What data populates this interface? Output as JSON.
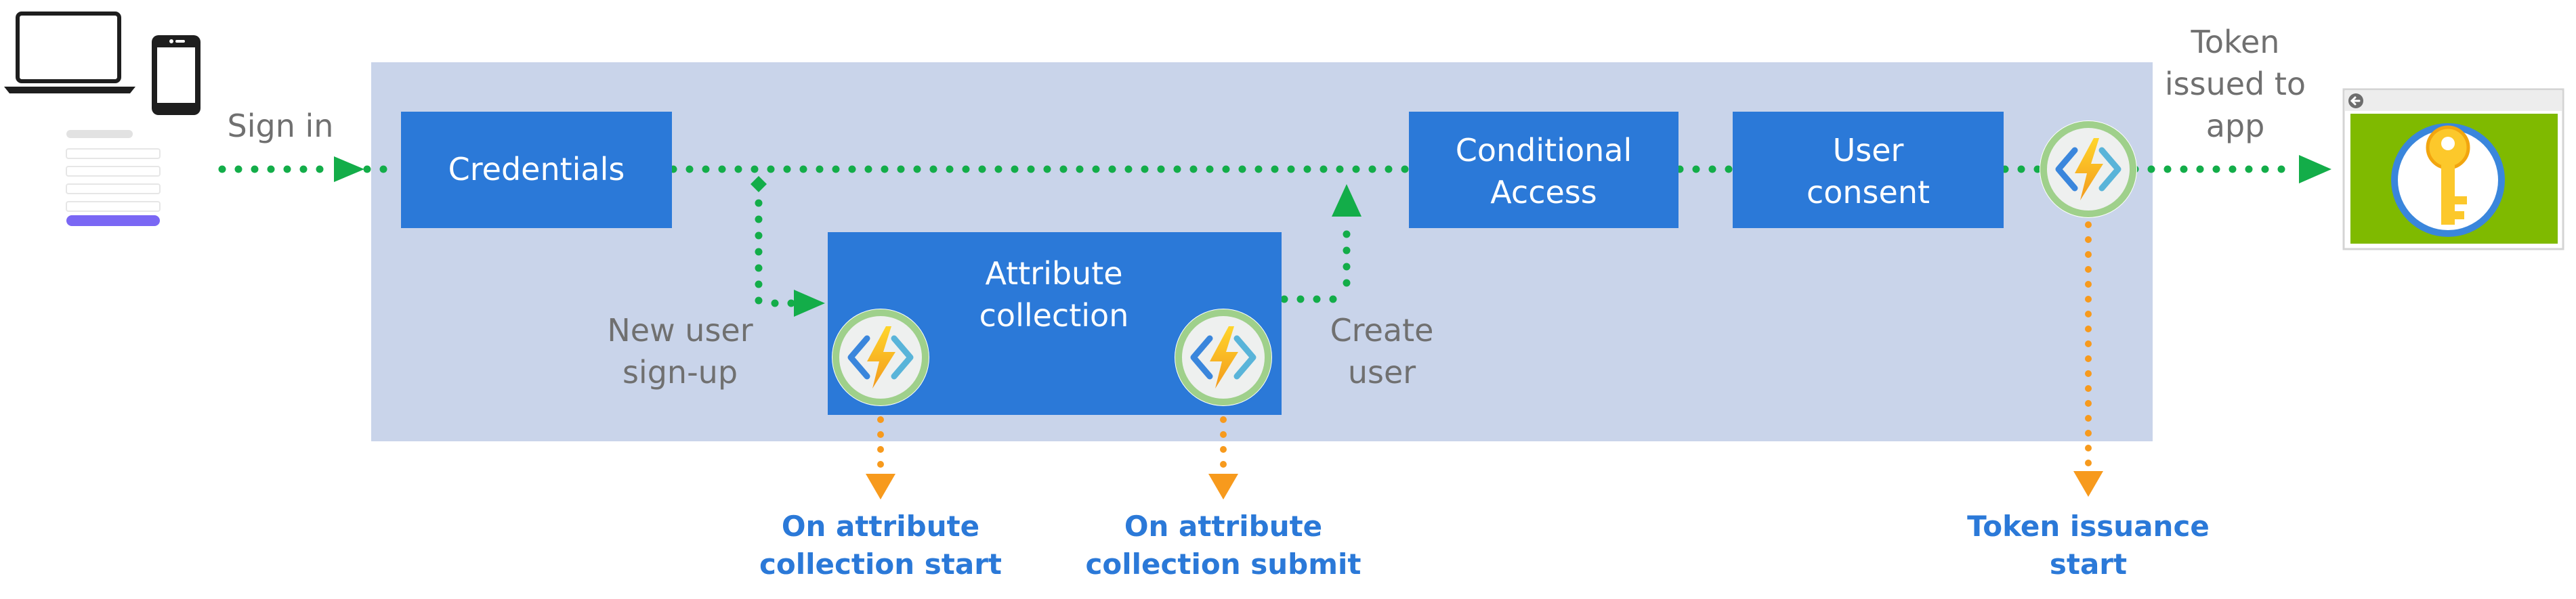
{
  "labels": {
    "sign_in": "Sign in",
    "new_user_signup": [
      "New user",
      "sign-up"
    ],
    "create_user": [
      "Create",
      "user"
    ],
    "token_issued": [
      "Token",
      "issued to",
      "app"
    ]
  },
  "boxes": {
    "credentials": [
      "Credentials"
    ],
    "attribute_collection": [
      "Attribute",
      "collection"
    ],
    "conditional_access": [
      "Conditional",
      "Access"
    ],
    "user_consent": [
      "User",
      "consent"
    ]
  },
  "events": {
    "on_attribute_collection_start": [
      "On attribute",
      "collection start"
    ],
    "on_attribute_collection_submit": [
      "On attribute",
      "collection submit"
    ],
    "token_issuance_start": [
      "Token issuance",
      "start"
    ]
  },
  "icons": {
    "devices": "laptop-and-phone-icon",
    "signin_form": "sign-in-form-icon",
    "custom_extension": "azure-function-icon",
    "app": "app-key-icon"
  },
  "colors": {
    "user_flow_background": "#c9d4ea",
    "step_box": "#2b79d8",
    "flow_arrow": "#13ad49",
    "event_arrow": "#f79a1d",
    "event_text": "#2b79d8",
    "label_text": "#707070"
  }
}
